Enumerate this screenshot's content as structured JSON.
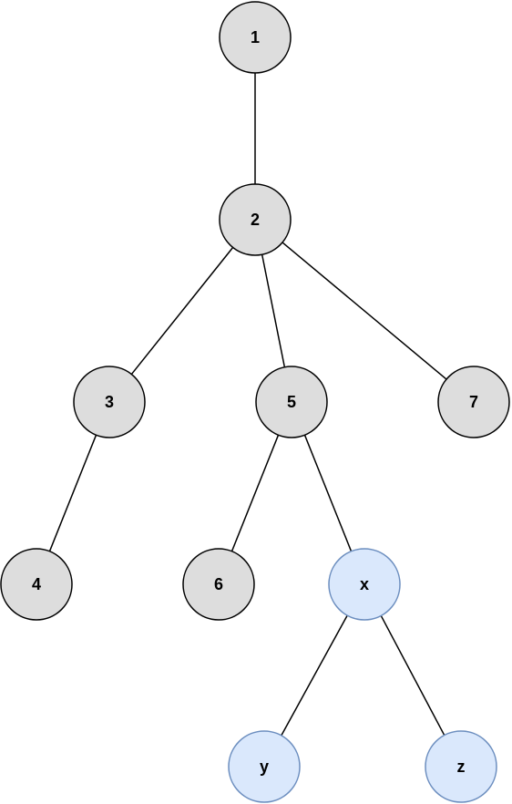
{
  "colors": {
    "default_fill": "#dddddd",
    "default_stroke": "#000000",
    "highlight_fill": "#dae8fc",
    "highlight_stroke": "#6c8ebf",
    "edge": "#000000"
  },
  "nodes": [
    {
      "id": "n1",
      "label": "1",
      "style": "default"
    },
    {
      "id": "n2",
      "label": "2",
      "style": "default"
    },
    {
      "id": "n3",
      "label": "3",
      "style": "default"
    },
    {
      "id": "n5",
      "label": "5",
      "style": "default"
    },
    {
      "id": "n7",
      "label": "7",
      "style": "default"
    },
    {
      "id": "n4",
      "label": "4",
      "style": "default"
    },
    {
      "id": "n6",
      "label": "6",
      "style": "default"
    },
    {
      "id": "nx",
      "label": "x",
      "style": "highlight"
    },
    {
      "id": "ny",
      "label": "y",
      "style": "highlight"
    },
    {
      "id": "nz",
      "label": "z",
      "style": "highlight"
    }
  ],
  "edges": [
    {
      "from": "n1",
      "to": "n2"
    },
    {
      "from": "n2",
      "to": "n3"
    },
    {
      "from": "n2",
      "to": "n5"
    },
    {
      "from": "n2",
      "to": "n7"
    },
    {
      "from": "n3",
      "to": "n4"
    },
    {
      "from": "n5",
      "to": "n6"
    },
    {
      "from": "n5",
      "to": "nx"
    },
    {
      "from": "nx",
      "to": "ny"
    },
    {
      "from": "nx",
      "to": "nz"
    }
  ]
}
